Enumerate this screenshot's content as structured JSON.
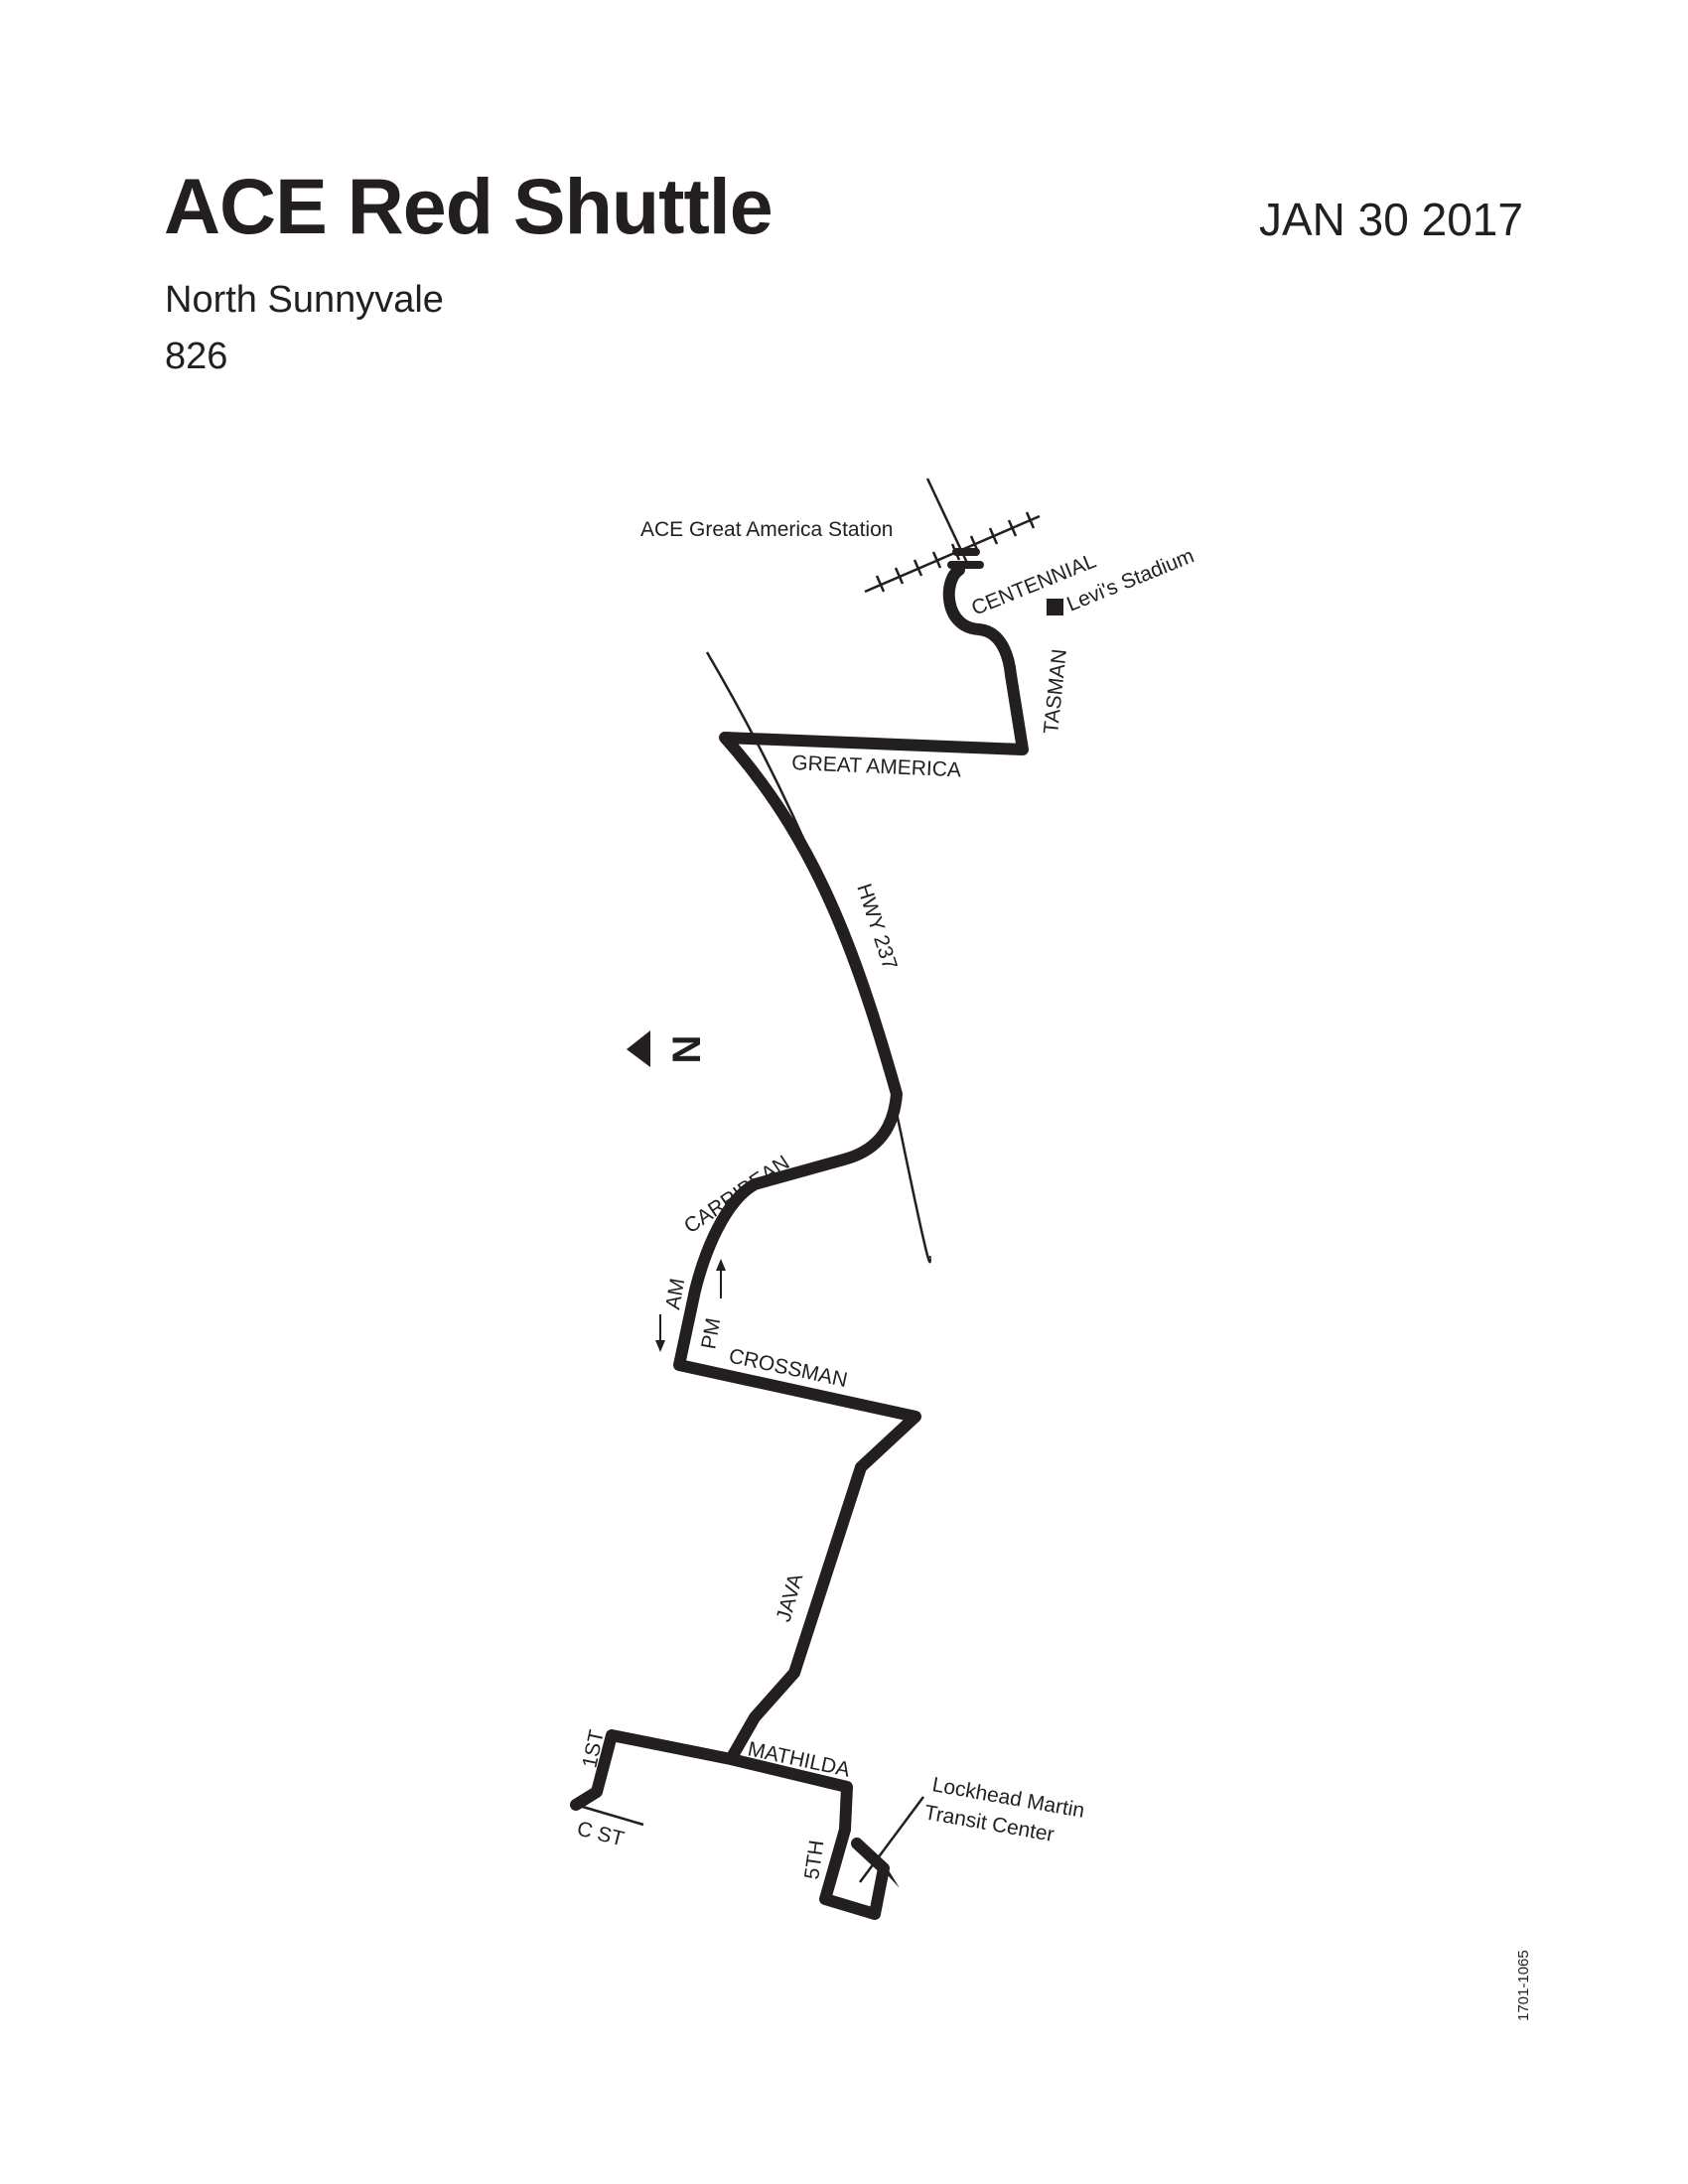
{
  "header": {
    "title": "ACE Red Shuttle",
    "date": "JAN 30 2017",
    "subtitle": "North Sunnyvale",
    "route_number": "826"
  },
  "map": {
    "streets": {
      "centennial": "CENTENNIAL",
      "tasman": "TASMAN",
      "great_america": "GREAT AMERICA",
      "hwy_237": "HWY 237",
      "carribean": "CARRIBEAN",
      "crossman": "CROSSMAN",
      "java": "JAVA",
      "mathilda": "MATHILDA",
      "first": "1ST",
      "c_st": "C ST",
      "fifth": "5TH"
    },
    "landmarks": {
      "ace_station": "ACE Great America Station",
      "levis_stadium": "Levi's Stadium",
      "transit_center_line1": "Lockhead Martin",
      "transit_center_line2": "Transit Center"
    },
    "direction_labels": {
      "am": "AM",
      "pm": "PM"
    },
    "north_arrow_label": "N",
    "colors": {
      "route": "#231f20",
      "background": "#ffffff"
    }
  },
  "footer": {
    "document_code": "1701-1065"
  }
}
